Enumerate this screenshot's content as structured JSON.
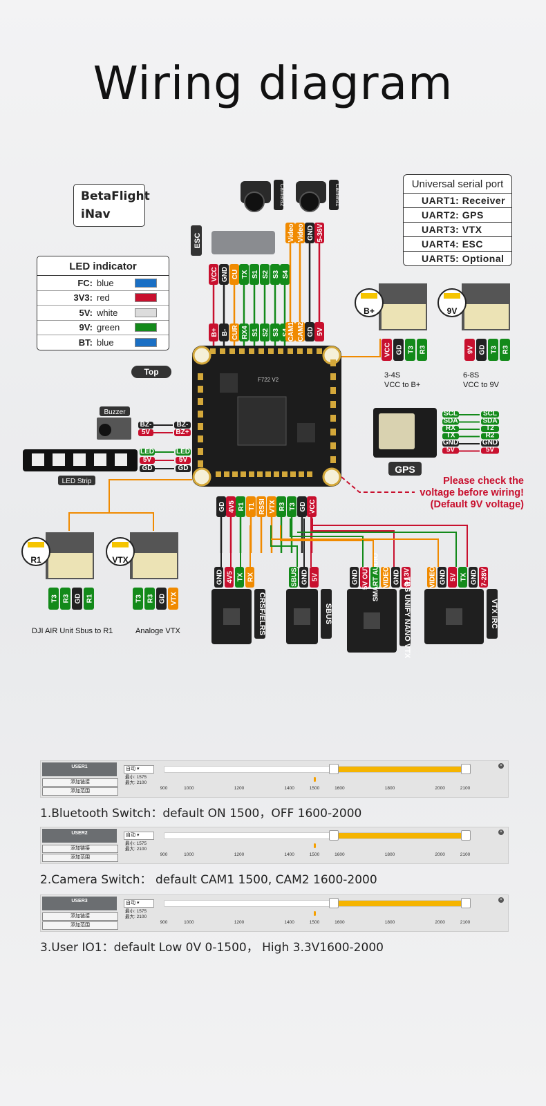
{
  "title": "Wiring diagram",
  "firmware": [
    "BetaFlight",
    "iNav"
  ],
  "uart": {
    "header": "Universal serial port",
    "rows": [
      "UART1:  Receiver",
      "UART2:  GPS",
      "UART3:  VTX",
      "UART4:  ESC",
      "UART5:  Optional"
    ]
  },
  "led": {
    "header": "LED indicator",
    "rows": [
      {
        "label": "FC:",
        "color_name": "blue",
        "color": "#1a6fc4"
      },
      {
        "label": "3V3:",
        "color_name": "red",
        "color": "#c8102e"
      },
      {
        "label": "5V:",
        "color_name": "white",
        "color": "#dcdcdc"
      },
      {
        "label": "9V:",
        "color_name": "green",
        "color": "#138a1a"
      },
      {
        "label": "BT:",
        "color_name": "blue",
        "color": "#1a6fc4"
      }
    ]
  },
  "labels": {
    "esc": "ESC",
    "camera1": "Camera1",
    "camera2": "Camera2",
    "top": "Top",
    "buzzer": "Buzzer",
    "led_strip": "LED Strip",
    "gps": "GPS",
    "bplus": "B+",
    "nine_v": "9V",
    "r1": "R1",
    "vtx": "VTX",
    "caption_34s": "3-4S",
    "caption_vccb": "VCC to B+",
    "caption_68s": "6-8S",
    "caption_vcc9": "VCC to 9V",
    "caption_dji": "DJI AIR Unit Sbus to R1",
    "caption_analog": "Analoge  VTX",
    "crsf": "CRSF/ELRS",
    "sbus": "SBUS",
    "tbs": "TBS UNIFY NANO VTX",
    "vtx_irc": "VTX IRC",
    "fc_name": "F722  V2"
  },
  "pins": {
    "esc_top": [
      "VCC",
      "GND",
      "CU",
      "TX",
      "S1",
      "S2",
      "S3",
      "S4"
    ],
    "esc_bottom": [
      "B+",
      "B-",
      "CUR",
      "RX4",
      "S1",
      "S2",
      "S3",
      "S4"
    ],
    "cam_top": [
      "Video",
      "Video",
      "GND",
      "5-36V"
    ],
    "cam_bottom": [
      "CAM1",
      "CAM2",
      "GD",
      "5V"
    ],
    "bottom": [
      "GD",
      "4V5",
      "R1",
      "T1",
      "RSSI",
      "VTX",
      "R3",
      "T3",
      "GD",
      "VCC"
    ],
    "buzzer": [
      [
        "BZ-",
        "BZ-"
      ],
      [
        "5V",
        "BZ+"
      ]
    ],
    "ledstrip": [
      [
        "LED",
        "LED"
      ],
      [
        "5V",
        "5V"
      ],
      [
        "GD",
        "GD"
      ]
    ],
    "gps_left": [
      "SCL",
      "SDA",
      "RX",
      "TX",
      "GND",
      "5V"
    ],
    "gps_right": [
      "SCL",
      "SDA",
      "T2",
      "R2",
      "GND",
      "5V"
    ],
    "bplus_conn": [
      "VCC",
      "GD",
      "T3",
      "R3"
    ],
    "nine_conn": [
      "9V",
      "GD",
      "T3",
      "R3"
    ],
    "r1_conn": [
      "T3",
      "R3",
      "GD",
      "R1"
    ],
    "vtx_conn": [
      "T3",
      "R3",
      "GD",
      "VTX"
    ],
    "crsf": [
      "GND",
      "4V5",
      "TX",
      "RX"
    ],
    "sbus": [
      "SBUS",
      "GND",
      "5V"
    ],
    "tbs": [
      "GND",
      "5V OUT",
      "SMART AUDIO",
      "VIDEO",
      "GND",
      "3-13V"
    ],
    "vtxirc": [
      "VIDEO",
      "GND",
      "5V",
      "TX",
      "GND",
      "7-28V"
    ]
  },
  "warning": [
    "Please check the",
    "voltage before wiring!",
    "(Default 9V voltage)"
  ],
  "panels": [
    {
      "user": "USER1",
      "select": "自动",
      "min": "最小: 1575",
      "max": "最大: 2100",
      "btn1": "添加链接",
      "btn2": "添加范围",
      "caption": "1.Bluetooth Switch：default ON 1500，OFF 1600-2000",
      "range": [
        1575,
        2100
      ],
      "marker": 1500
    },
    {
      "user": "USER2",
      "select": "自动",
      "min": "最小: 1575",
      "max": "最大: 2100",
      "btn1": "添加链接",
      "btn2": "添加范围",
      "caption": "2.Camera Switch：  default CAM1 1500,  CAM2  1600-2000",
      "range": [
        1575,
        2100
      ],
      "marker": 1500
    },
    {
      "user": "USER3",
      "select": "自动",
      "min": "最小: 1575",
      "max": "最大: 2100",
      "btn1": "添加链接",
      "btn2": "添加范围",
      "caption": "3.User IO1：default  Low 0V 0-1500，  High 3.3V1600-2000",
      "range": [
        1575,
        2100
      ],
      "marker": 1500
    }
  ],
  "scale_ticks": [
    "900",
    "1000",
    "1200",
    "1400",
    "1500",
    "1600",
    "1800",
    "2000",
    "2100"
  ],
  "colors": {
    "red": "#c8102e",
    "green": "#138a1a",
    "orange": "#f08a00",
    "black": "#222222",
    "yellow": "#f5b400"
  }
}
